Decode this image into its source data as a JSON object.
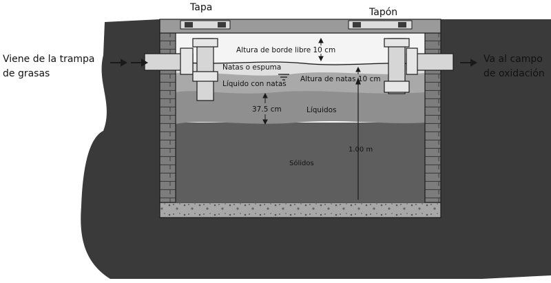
{
  "labels": {
    "tapa": "Tapa",
    "tapon": "Tapón",
    "inlet_line1": "Viene de la trampa",
    "inlet_line2": "de grasas",
    "outlet_line1": "Va al campo",
    "outlet_line2": "de oxidación",
    "borde_libre": "Altura de borde libre 10 cm",
    "natas_espuma": "Natas o espuma",
    "altura_natas": "Altura de natas 10 cm",
    "liquido_natas": "Líquido con natas",
    "liquidos": "Líquidos",
    "depth_375": "37.5 cm",
    "depth_100": "1.00 m",
    "solidos": "Sólidos"
  },
  "colors": {
    "ground": "#3a3a3a",
    "wall": "#7d7d7d",
    "brick_line": "#4a4a4a",
    "air": "#f4f4f4",
    "scum": "#e0e0e0",
    "liquid_scum": "#a9a9a9",
    "liquid": "#8f8f8f",
    "solids": "#5e5e5e",
    "base": "#a8a8a8",
    "pipe": "#d6d6d6",
    "outline": "#1a1a1a"
  }
}
